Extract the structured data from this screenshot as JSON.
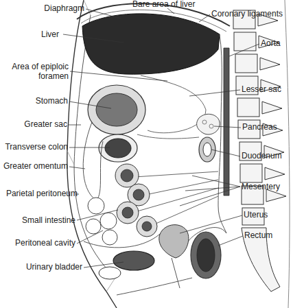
{
  "diagram": {
    "labels": [
      "Bare area of liver",
      "Diaphragm",
      "Coronary ligaments",
      "Liver",
      "Aorta",
      "Area of epiploic foramen",
      "Lesser sac",
      "Stomach",
      "Greater sac",
      "Pancreas",
      "Transverse colon",
      "Duodenum",
      "Greater omentum",
      "Mesentery",
      "Parietal peritoneum",
      "Uterus",
      "Small intestine",
      "Rectum",
      "Peritoneal cavity",
      "Urinary bladder"
    ]
  }
}
